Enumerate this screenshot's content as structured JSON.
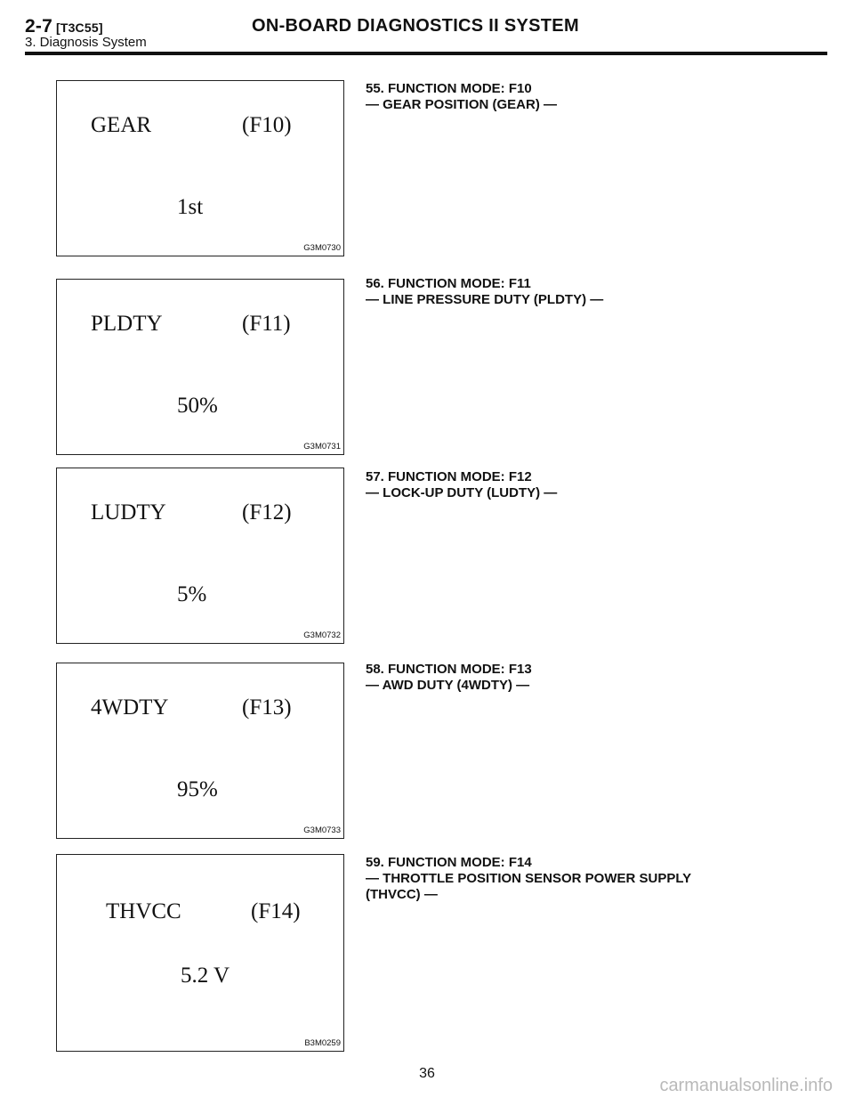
{
  "header": {
    "section": "2-7",
    "section_code": "[T3C55]",
    "title": "ON-BOARD DIAGNOSTICS II SYSTEM",
    "subtitle": "3. Diagnosis System"
  },
  "panels": [
    {
      "label": "GEAR",
      "function": "(F10)",
      "value": "1st",
      "figure_id": "G3M0730"
    },
    {
      "label": "PLDTY",
      "function": "(F11)",
      "value": "50%",
      "figure_id": "G3M0731"
    },
    {
      "label": "LUDTY",
      "function": "(F12)",
      "value": "5%",
      "figure_id": "G3M0732"
    },
    {
      "label": "4WDTY",
      "function": "(F13)",
      "value": "95%",
      "figure_id": "G3M0733"
    },
    {
      "label": "THVCC",
      "function": "(F14)",
      "value": "5.2 V",
      "figure_id": "B3M0259"
    }
  ],
  "sections": [
    {
      "heading": "55. FUNCTION MODE: F10",
      "subheading": "— GEAR POSITION (GEAR) —"
    },
    {
      "heading": "56. FUNCTION MODE: F11",
      "subheading": "— LINE PRESSURE DUTY (PLDTY) —"
    },
    {
      "heading": "57. FUNCTION MODE: F12",
      "subheading": "— LOCK-UP DUTY (LUDTY) —"
    },
    {
      "heading": "58. FUNCTION MODE: F13",
      "subheading": "— AWD DUTY (4WDTY) —"
    },
    {
      "heading": "59. FUNCTION MODE: F14",
      "subheading": "— THROTTLE POSITION SENSOR POWER SUPPLY",
      "subheading_2": "(THVCC) —"
    }
  ],
  "page_number": "36",
  "watermark": "carmanualsonline.info"
}
